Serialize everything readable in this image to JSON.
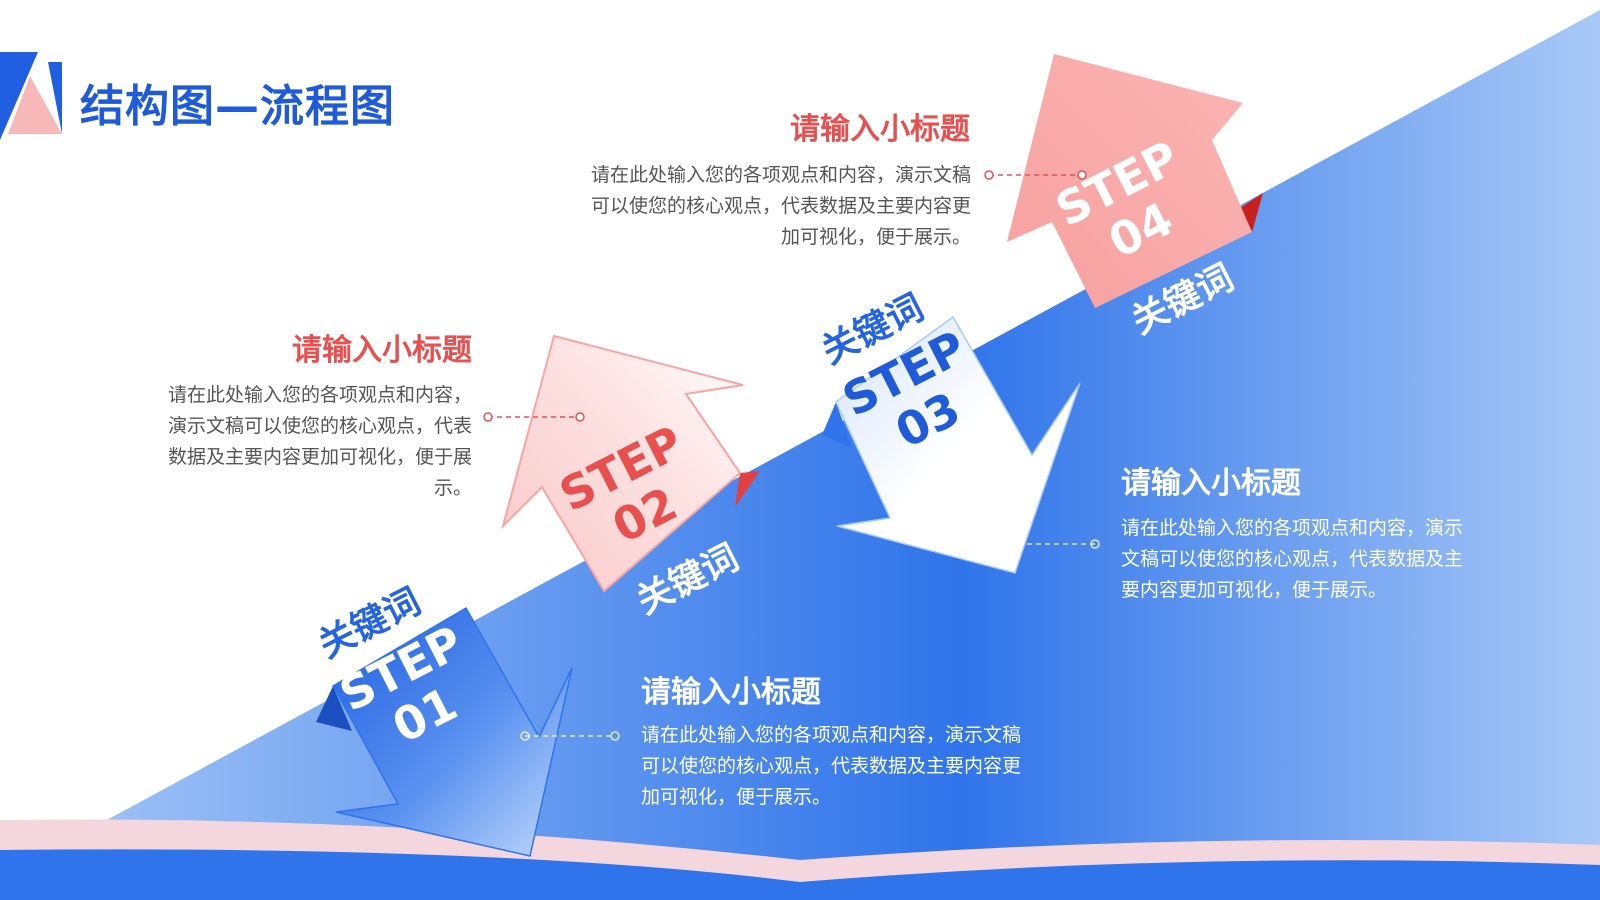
{
  "title": "结构图—流程图",
  "colors": {
    "primary_blue": "#2f74ea",
    "light_blue": "#a8c9f6",
    "title_blue": "#1f5bd8",
    "accent_red": "#e8504f",
    "pink": "#f7a4a3",
    "text_grey": "#555555"
  },
  "steps": [
    {
      "label": "STEP",
      "number": "01",
      "keyword": "关键词",
      "direction": "down",
      "subtitle": "请输入小标题",
      "description": "请在此处输入您的各项观点和内容，演示文稿可以使您的核心观点，代表数据及主要内容更加可视化，便于展示。"
    },
    {
      "label": "STEP",
      "number": "02",
      "keyword": "关键词",
      "direction": "up",
      "subtitle": "请输入小标题",
      "description": "请在此处输入您的各项观点和内容，演示文稿可以使您的核心观点，代表数据及主要内容更加可视化，便于展示。"
    },
    {
      "label": "STEP",
      "number": "03",
      "keyword": "关键词",
      "direction": "down",
      "subtitle": "请输入小标题",
      "description": "请在此处输入您的各项观点和内容，演示文稿可以使您的核心观点，代表数据及主要内容更加可视化，便于展示。"
    },
    {
      "label": "STEP",
      "number": "04",
      "keyword": "关键词",
      "direction": "up",
      "subtitle": "请输入小标题",
      "description": "请在此处输入您的各项观点和内容，演示文稿可以使您的核心观点，代表数据及主要内容更加可视化，便于展示。"
    }
  ]
}
